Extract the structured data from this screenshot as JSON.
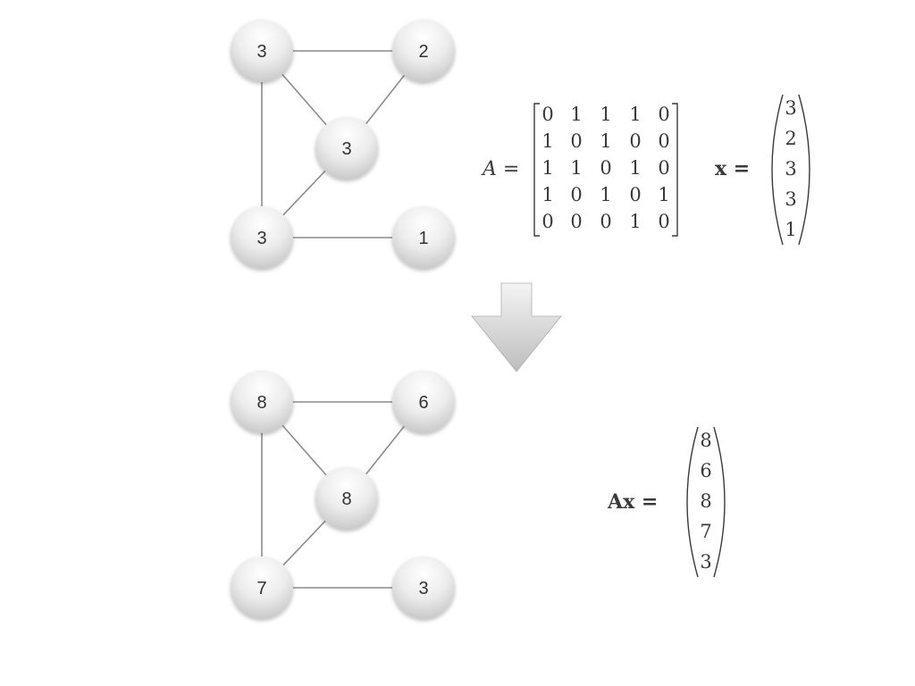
{
  "before": {
    "node_values": [
      "3",
      "2",
      "3",
      "3",
      "1"
    ]
  },
  "after": {
    "node_values": [
      "8",
      "6",
      "8",
      "7",
      "3"
    ]
  },
  "matrix": {
    "label": "A =",
    "rows": [
      [
        "0",
        "1",
        "1",
        "1",
        "0"
      ],
      [
        "1",
        "0",
        "1",
        "0",
        "0"
      ],
      [
        "1",
        "1",
        "0",
        "1",
        "0"
      ],
      [
        "1",
        "0",
        "1",
        "0",
        "1"
      ],
      [
        "0",
        "0",
        "0",
        "1",
        "0"
      ]
    ]
  },
  "vector_x": {
    "label": "x =",
    "values": [
      "3",
      "2",
      "3",
      "3",
      "1"
    ]
  },
  "vector_ax": {
    "label": "Ax =",
    "values": [
      "8",
      "6",
      "8",
      "7",
      "3"
    ]
  }
}
